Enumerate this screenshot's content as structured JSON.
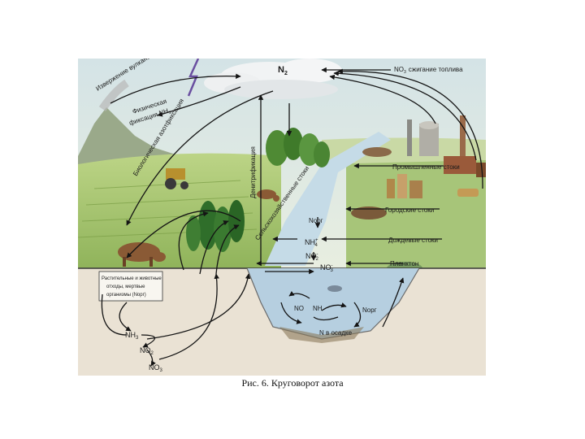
{
  "caption": "Рис. 6. Круговорот азота",
  "labels": {
    "n2": "N",
    "n2_sub": "2",
    "no3_fuel": "NO",
    "no3_fuel_sub": "3",
    "fuel_burning": "сжигание топлива",
    "volcano": "Извержение вулканов",
    "physical_fixation_1": "Физическая",
    "physical_fixation_2": "фиксация NH",
    "physical_fixation_sub": "3",
    "bio_fixation": "Биологическая азотфиксация",
    "denitrification": "Денитрификация",
    "industrial_runoff": "Промышленные стоки",
    "urban_runoff": "Городские стоки",
    "rain_runoff": "Дождевые стоки",
    "plankton": "Планктон",
    "agri_runoff": "Сельскохозяйственные стоки",
    "norg_river": "Nорг",
    "nh4_river": "NH",
    "nh4_sup": "+",
    "nh4_sub": "4",
    "no2_river": "NO",
    "no2_sup": "-",
    "no2_sub": "2",
    "no3_river": "NO",
    "no3_sup": "-",
    "no3_sub": "3",
    "organic_waste_1": "Растительные и животные",
    "organic_waste_2": "отходы, мертвые",
    "organic_waste_3": "организмы (Nорг)",
    "nh3_soil": "NH",
    "nh3_soil_sub": "3",
    "no2_soil": "NO",
    "no2_soil_sub": "2",
    "no3_soil": "NO",
    "no3_soil_sub": "3",
    "no3_water": "NO",
    "nh4_water": "NH",
    "norg_water": "Nорг",
    "sediment": "N в осадке"
  },
  "colors": {
    "sky": "#d9e6e8",
    "grass": "#a9c772",
    "soil": "#ece3d2",
    "water": "#b9d2e2",
    "arrow": "#141414"
  }
}
